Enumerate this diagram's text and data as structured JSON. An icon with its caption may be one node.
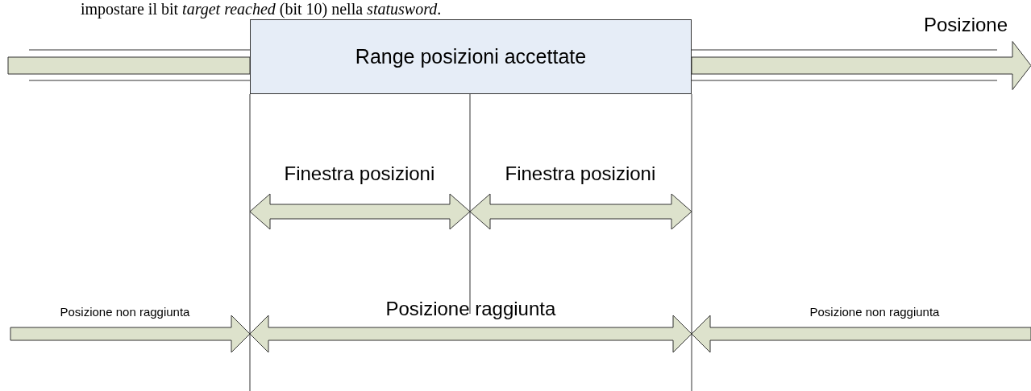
{
  "diagram": {
    "nodes": [
      {
        "text": [
          "Range posizioni accettate"
        ]
      }
    ],
    "labels": [
      "impostare il bit *target reached* (bit 10) nella *statusword*.",
      "Posizione",
      "Finestra posizioni",
      "Finestra posizioni",
      "Posizione non raggiunta",
      "Posizione raggiunta",
      "Posizione non raggiunta"
    ]
  }
}
